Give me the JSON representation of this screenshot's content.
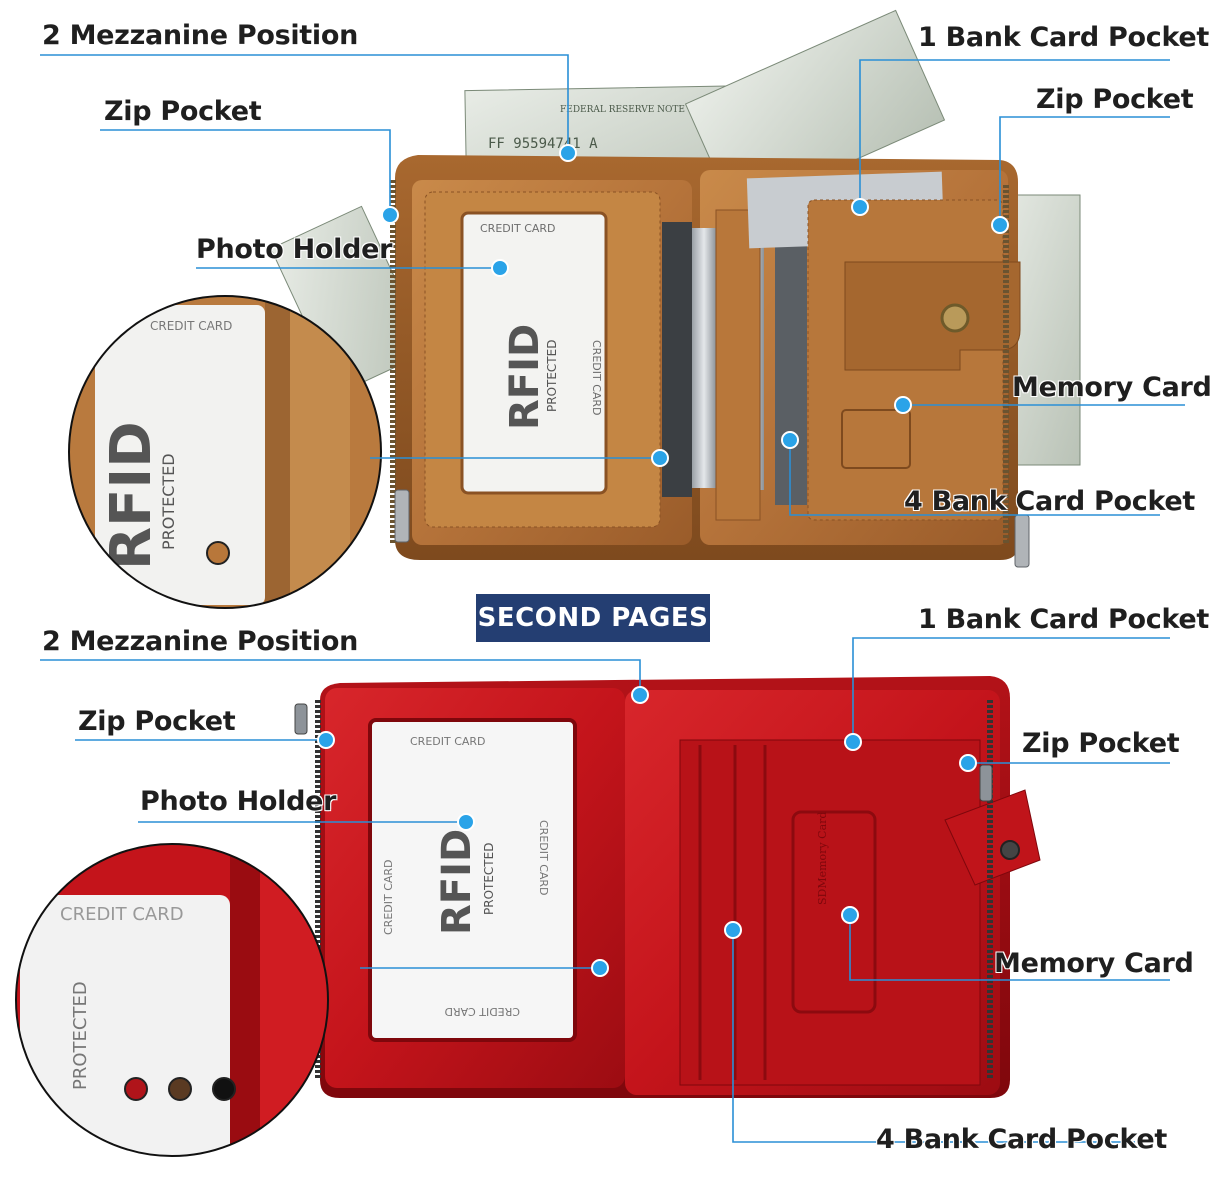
{
  "section_badge": "SECOND PAGES",
  "top_labels": {
    "mezzanine": "2 Mezzanine Position",
    "bank1": "1  Bank Card Pocket",
    "zip_left": "Zip Pocket",
    "zip_right": "Zip Pocket",
    "photo": "Photo Holder",
    "memory": "Memory Card",
    "bank4": "4  Bank Card Pocket"
  },
  "bottom_labels": {
    "mezzanine": "2 Mezzanine Position",
    "bank1": "1  Bank Card Pocket",
    "zip_left": "Zip Pocket",
    "zip_right": "Zip Pocket",
    "photo": "Photo Holder",
    "memory": "Memory Card",
    "bank4": "4  Bank Card Pocket"
  },
  "card_text": {
    "credit_card": "CREDIT CARD",
    "rfid": "RFID",
    "protected": "PROTECTED",
    "memory_card_stamp": "SDMemory Card"
  },
  "colors": {
    "brown_leather": "#b8773a",
    "red_leather": "#c8161d",
    "badge": "#243e72",
    "callout": "#2a8fd6"
  },
  "swatches_top": [
    "#b8773a"
  ],
  "swatches_bottom": [
    "#b0141a",
    "#5a3a22",
    "#111111"
  ]
}
